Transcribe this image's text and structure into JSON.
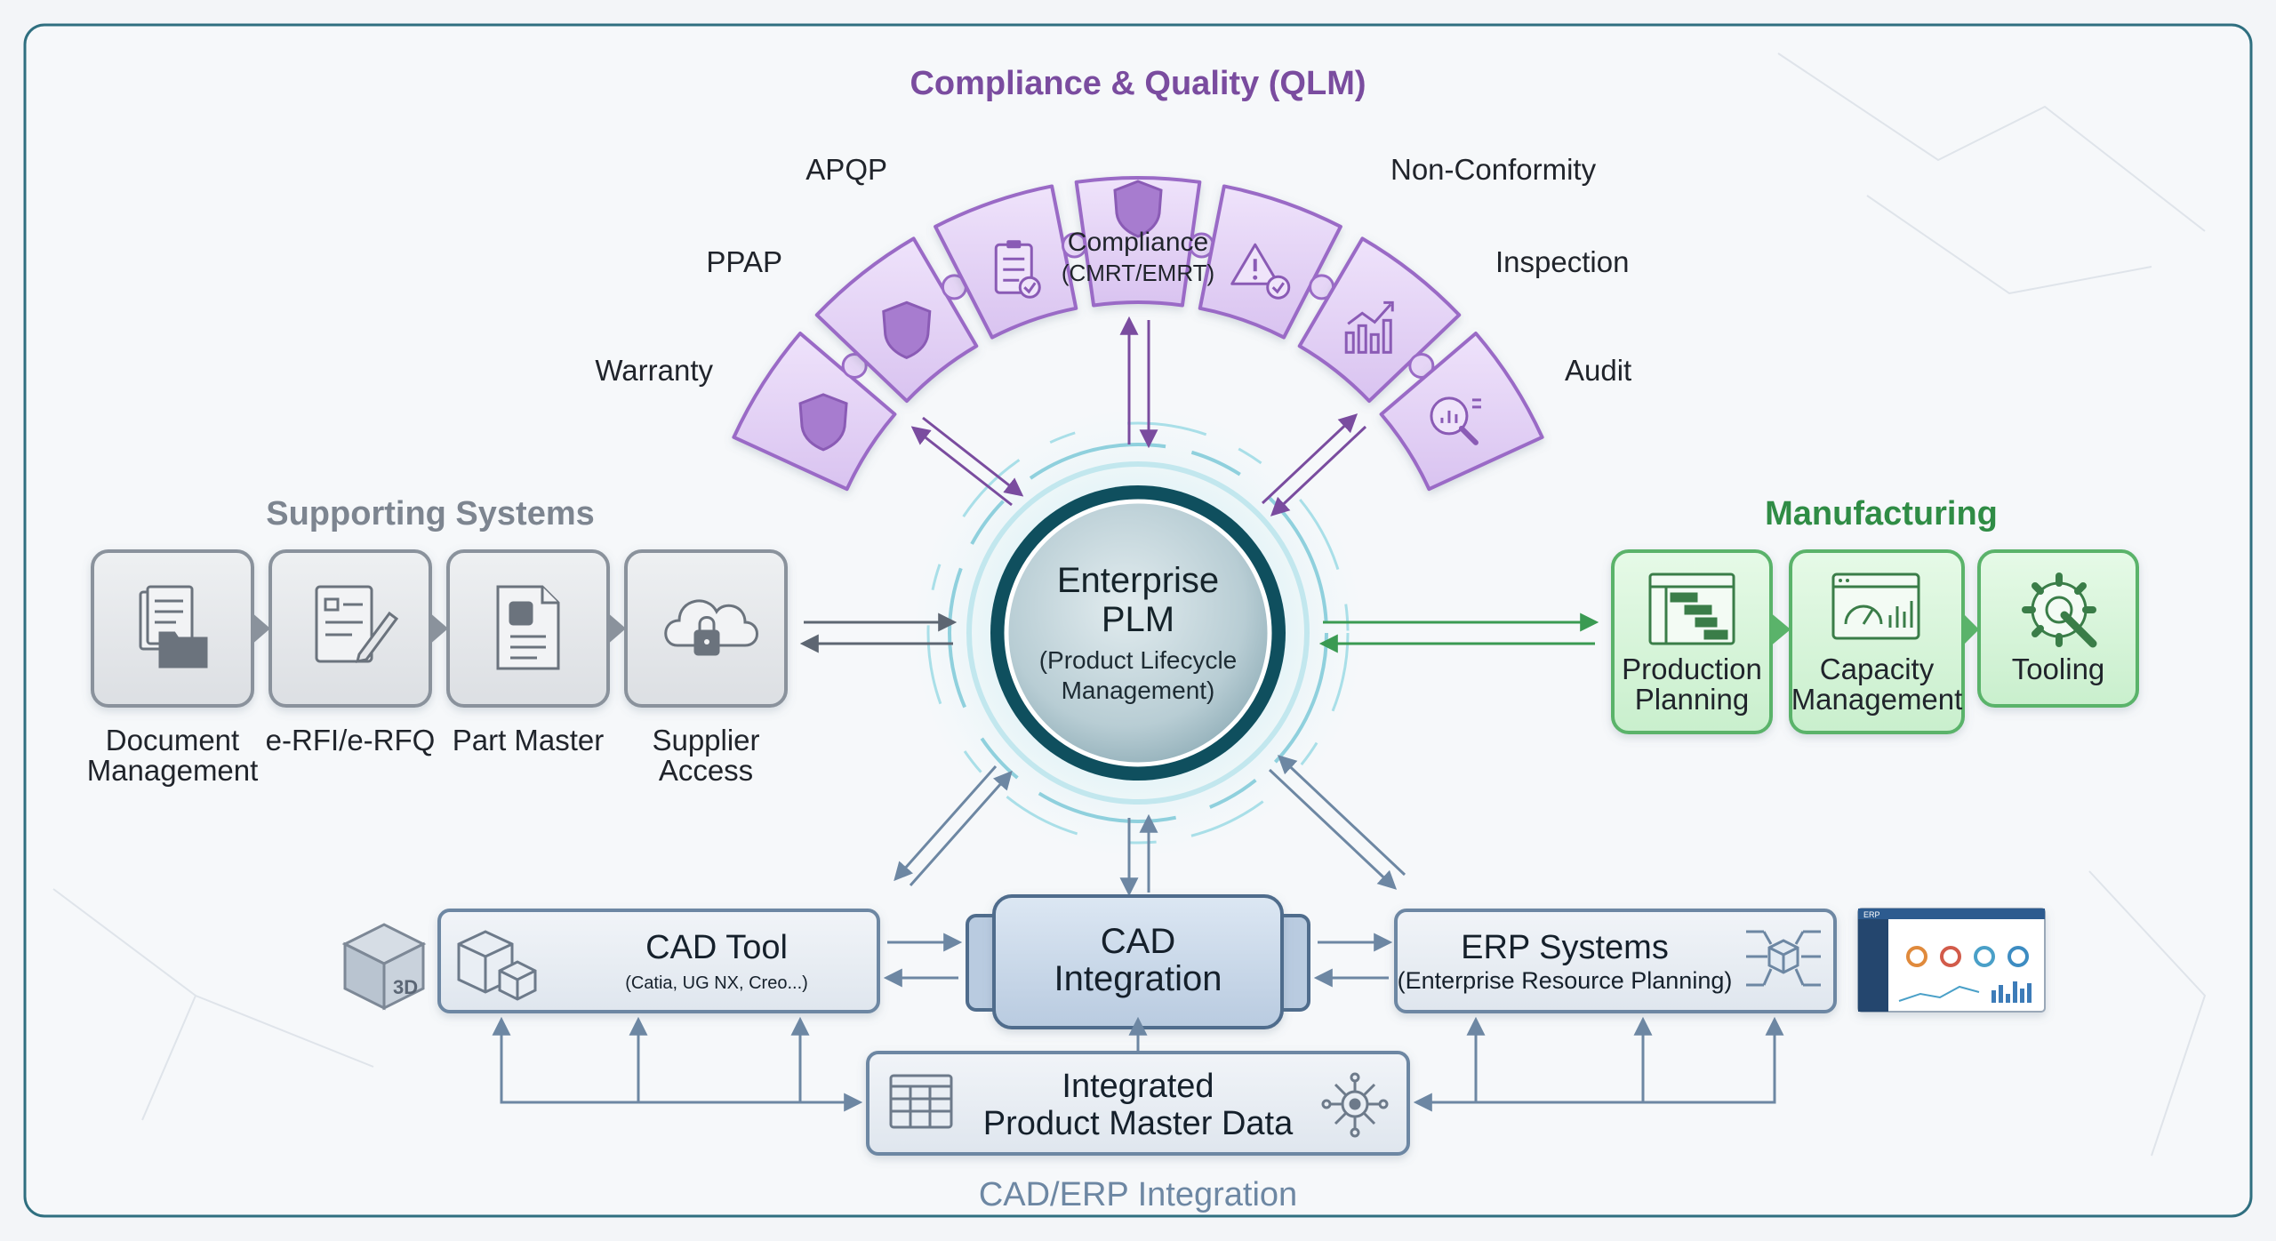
{
  "colors": {
    "background": "#f3f5f8",
    "qlm": "#7a4c9f",
    "qlm_fill": "#e3d3f4",
    "qlm_stroke": "#9a6bc6",
    "support": "#7d8590",
    "support_fill": "#e6e8eb",
    "manufacturing": "#2f8c45",
    "mfg_fill": "#d9f5dc",
    "mfg_stroke": "#5ab36a",
    "core": "#0f4f5e",
    "integration": "#6d87a3",
    "integration_fill": "#d3dfed"
  },
  "qlm": {
    "title": "Compliance & Quality (QLM)",
    "pieces": [
      {
        "label": "Warranty",
        "icon": "shield-icon"
      },
      {
        "label": "PPAP",
        "icon": "shield-icon"
      },
      {
        "label": "APQP",
        "icon": "checklist-icon"
      },
      {
        "label_line1": "Compliance",
        "label_line2": "(CMRT/EMRT)",
        "icon": "shield-icon"
      },
      {
        "label": "Non-Conformity",
        "icon": "warning-check-icon"
      },
      {
        "label": "Inspection",
        "icon": "chart-up-icon"
      },
      {
        "label": "Audit",
        "icon": "magnify-chart-icon"
      }
    ]
  },
  "support": {
    "title": "Supporting Systems",
    "items": [
      {
        "line1": "Document",
        "line2": "Management",
        "icon": "document-folder-icon"
      },
      {
        "line1": "e-RFI/e-RFQ",
        "line2": "",
        "icon": "form-pen-icon"
      },
      {
        "line1": "Part Master",
        "line2": "",
        "icon": "part-document-icon"
      },
      {
        "line1": "Supplier",
        "line2": "Access",
        "icon": "cloud-lock-icon"
      }
    ]
  },
  "manufacturing": {
    "title": "Manufacturing",
    "items": [
      {
        "line1": "Production",
        "line2": "Planning",
        "icon": "gantt-icon"
      },
      {
        "line1": "Capacity",
        "line2": "Management",
        "icon": "dashboard-gauge-icon"
      },
      {
        "line1": "Tooling",
        "line2": "",
        "icon": "gear-wrench-icon"
      }
    ]
  },
  "core": {
    "line1": "Enterprise",
    "line2": "PLM",
    "line3": "(Product Lifecycle",
    "line4": "Management)"
  },
  "integration": {
    "title": "CAD/ERP Integration",
    "cube_label": "3D",
    "cad_tool": {
      "title": "CAD Tool",
      "subtitle": "(Catia, UG NX, Creo...)"
    },
    "cad_integration": {
      "line1": "CAD",
      "line2": "Integration"
    },
    "erp": {
      "title": "ERP Systems",
      "subtitle": "(Enterprise Resource Planning)"
    },
    "erp_screen_label": "ERP",
    "master": {
      "line1": "Integrated",
      "line2": "Product Master Data"
    }
  }
}
